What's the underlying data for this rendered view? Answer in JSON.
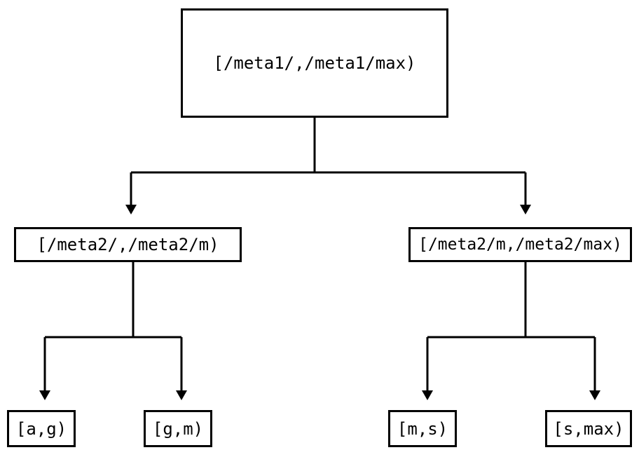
{
  "diagram": {
    "type": "tree",
    "title": "",
    "orientation": "top-down",
    "colors": {
      "background": "#ffffff",
      "stroke": "#000000",
      "fill": "#ffffff",
      "text": "#000000"
    },
    "nodes": {
      "root": {
        "id": "root",
        "label": "[/meta1/,/meta1/max)",
        "level": 0
      },
      "mid_left": {
        "id": "mid-left",
        "label": "[/meta2/,/meta2/m)",
        "level": 1
      },
      "mid_right": {
        "id": "mid-right",
        "label": "[/meta2/m,/meta2/max)",
        "level": 1
      },
      "leaf_a_g": {
        "id": "leaf-a-g",
        "label": "[a,g)",
        "level": 2
      },
      "leaf_g_m": {
        "id": "leaf-g-m",
        "label": "[g,m)",
        "level": 2
      },
      "leaf_m_s": {
        "id": "leaf-m-s",
        "label": "[m,s)",
        "level": 2
      },
      "leaf_s_max": {
        "id": "leaf-s-max",
        "label": "[s,max)",
        "level": 2
      }
    },
    "edges": [
      {
        "from": "root",
        "to": "mid-left",
        "arrow": "triangle-down"
      },
      {
        "from": "root",
        "to": "mid-right",
        "arrow": "triangle-down"
      },
      {
        "from": "mid-left",
        "to": "leaf-a-g",
        "arrow": "triangle-down"
      },
      {
        "from": "mid-left",
        "to": "leaf-g-m",
        "arrow": "triangle-down"
      },
      {
        "from": "mid-right",
        "to": "leaf-m-s",
        "arrow": "triangle-down"
      },
      {
        "from": "mid-right",
        "to": "leaf-s-max",
        "arrow": "triangle-down"
      }
    ]
  }
}
